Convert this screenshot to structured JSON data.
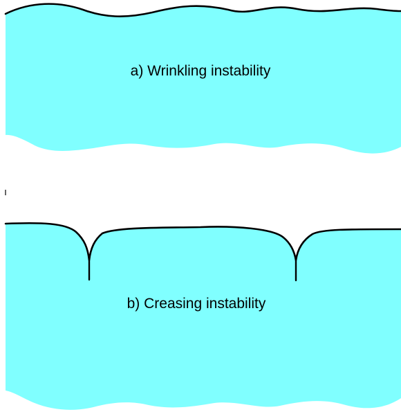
{
  "colors": {
    "fill": "#80FFFF",
    "outline": "#000000",
    "background": "#FFFFFF"
  },
  "panels": [
    {
      "id": "a",
      "label": "a) Wrinkling instability"
    },
    {
      "id": "b",
      "label": "b) Creasing instability"
    }
  ]
}
